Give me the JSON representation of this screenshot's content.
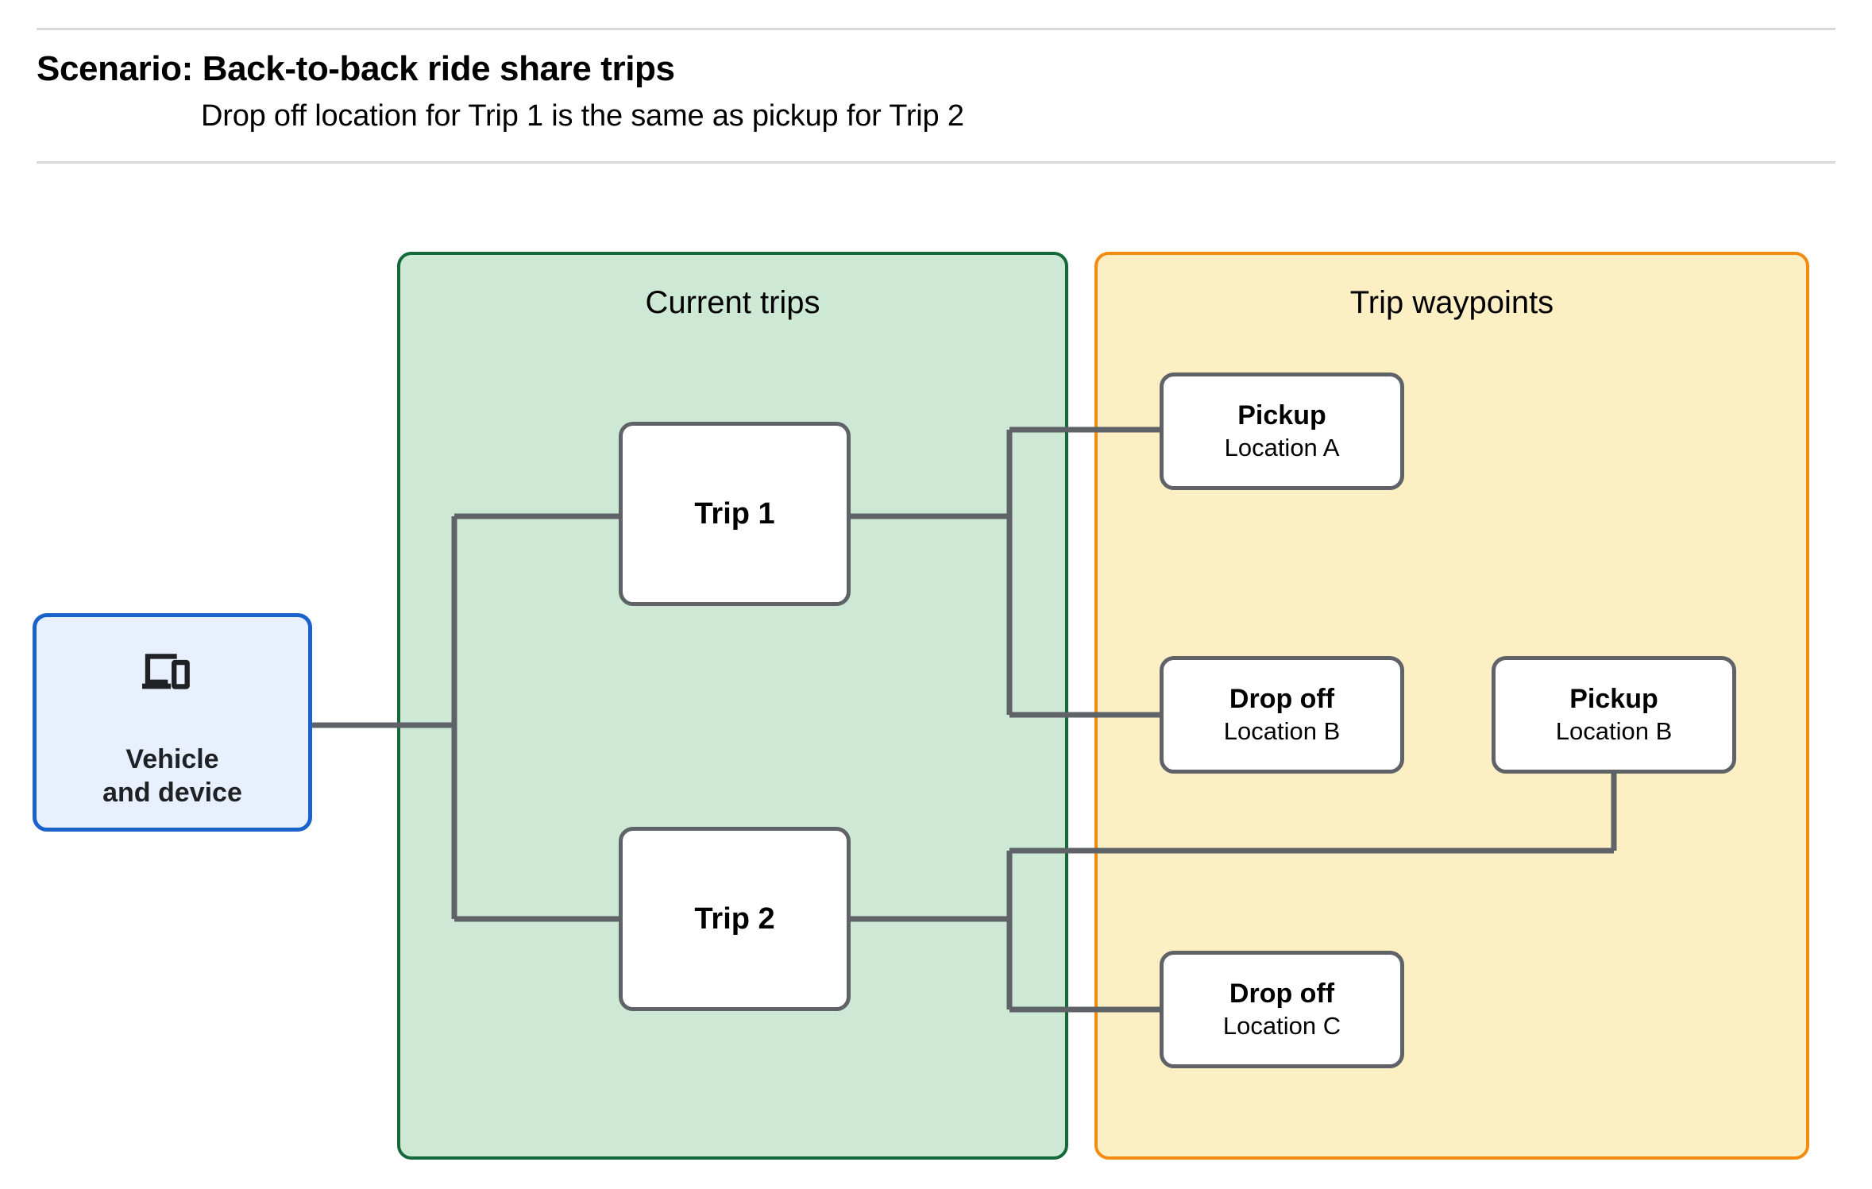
{
  "header": {
    "title": "Scenario: Back-to-back ride share trips",
    "subtitle": "Drop off  location for Trip 1 is the same as pickup for Trip 2"
  },
  "panels": {
    "current_trips": {
      "title": "Current trips",
      "border_color": "#13693a",
      "fill_color": "#cee8d6"
    },
    "trip_waypoints": {
      "title": "Trip waypoints",
      "border_color": "#f28b12",
      "fill_color": "#fcefc4"
    }
  },
  "vehicle": {
    "icon": "devices-icon",
    "label": "Vehicle\nand device",
    "border_color": "#1a62cc",
    "fill_color": "#e8f0fe"
  },
  "trips": [
    {
      "label": "Trip 1"
    },
    {
      "label": "Trip 2"
    }
  ],
  "waypoints": [
    {
      "type": "Pickup",
      "location": "Location A"
    },
    {
      "type": "Drop off",
      "location": "Location B"
    },
    {
      "type": "Pickup",
      "location": "Location B"
    },
    {
      "type": "Drop off",
      "location": "Location C"
    }
  ],
  "connector_color": "#5f6368"
}
